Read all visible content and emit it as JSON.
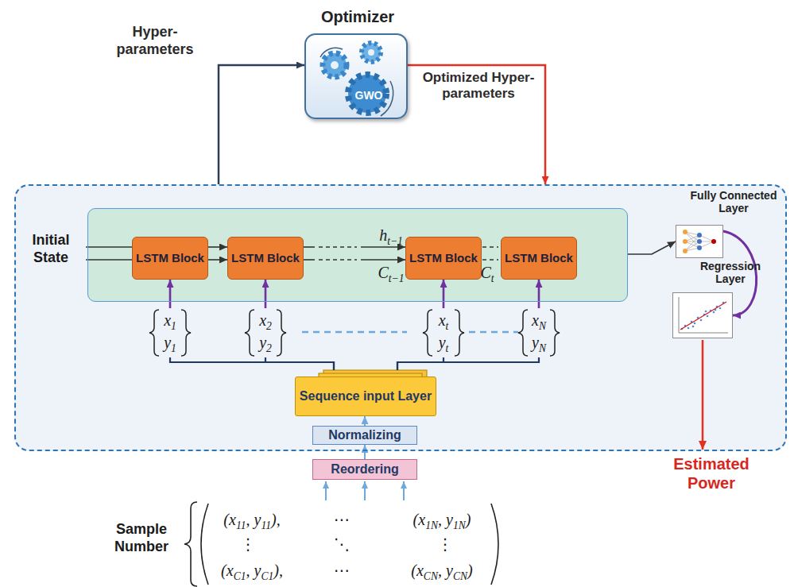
{
  "diagram": {
    "nodes": [
      {
        "text": [
          "Optimizer",
          "GWO"
        ]
      },
      {
        "text": []
      },
      {
        "text": [],
        "in": 1
      },
      {
        "text": [
          "LSTM Block"
        ],
        "in": 2
      },
      {
        "text": [
          "LSTM Block"
        ],
        "in": 2
      },
      {
        "text": [
          "LSTM Block"
        ],
        "in": 2
      },
      {
        "text": [
          "LSTM Block"
        ],
        "in": 2
      },
      {
        "text": [
          "Fully Connected Layer"
        ],
        "in": 1
      },
      {
        "text": [
          "Regression Layer"
        ],
        "in": 1
      },
      {
        "text": [
          "Sequence input Layer"
        ],
        "in": 1
      },
      {
        "text": [
          "Normalizing"
        ],
        "in": 1
      },
      {
        "text": [
          "Reordering"
        ]
      }
    ],
    "edges": [
      {
        "from": 1,
        "to": 0,
        "arrow": "to",
        "label": "Hyper-parameters"
      },
      {
        "from": 0,
        "to": 1,
        "arrow": "to",
        "label": "Optimized Hyper-parameters"
      },
      {
        "from": 3,
        "to": 4,
        "arrow": "to"
      },
      {
        "from": 4,
        "to": 5,
        "arrow": "to"
      },
      {
        "from": 5,
        "to": 6,
        "arrow": "to"
      },
      {
        "from": 2,
        "to": 7,
        "arrow": "to"
      },
      {
        "from": 7,
        "to": 8,
        "arrow": "to"
      },
      {
        "from": 9,
        "to": 3,
        "arrow": "to"
      },
      {
        "from": 9,
        "to": 4,
        "arrow": "to"
      },
      {
        "from": 9,
        "to": 5,
        "arrow": "to"
      },
      {
        "from": 9,
        "to": 6,
        "arrow": "to"
      },
      {
        "from": 11,
        "to": 10,
        "arrow": "to"
      },
      {
        "from": 10,
        "to": 9,
        "arrow": "to"
      }
    ],
    "labels": [
      "Initial State",
      "ht−1",
      "Ct−1",
      "Ct",
      "x1",
      "y1",
      "x2",
      "y2",
      "xt",
      "yt",
      "xN",
      "yN",
      "Estimated Power",
      "Sample Number",
      "(x11, y11),",
      "⋯",
      "(x1N, y1N)",
      "⋮",
      "⋱",
      "⋮",
      "(xC1, yC1),",
      "⋯",
      "(xCN, yCN)"
    ]
  }
}
